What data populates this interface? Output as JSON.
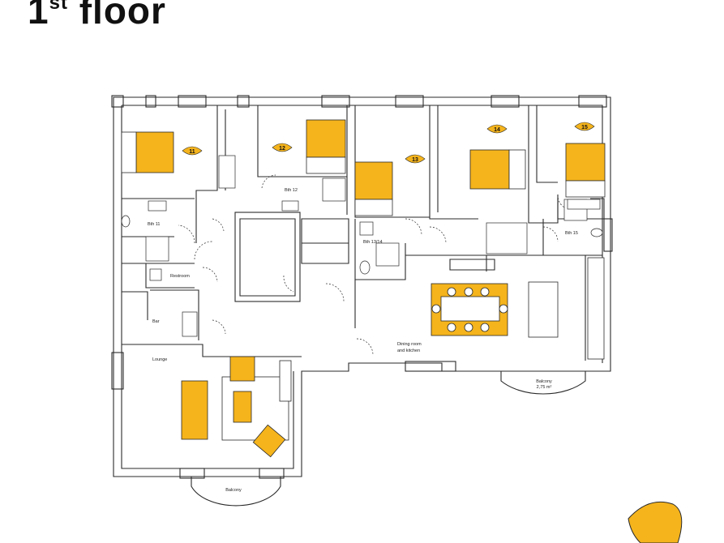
{
  "title": {
    "main": "1",
    "sup": "st",
    "word": "floor"
  },
  "colors": {
    "accent": "#f5b41c",
    "wall": "#2a2a2a",
    "background": "#ffffff"
  },
  "rooms": {
    "r11": "11",
    "r12": "12",
    "r13": "13",
    "r14": "14",
    "r15": "15"
  },
  "labels": {
    "bth11": "Bth 11",
    "bth12": "Bth 12",
    "bth1314": "Bth 13/14",
    "bth15": "Bth 15",
    "restroom": "Restroom",
    "bar": "Bar",
    "lounge": "Lounge",
    "dining1": "Dining room",
    "dining2": "and kitchen",
    "balcony_top": "Balcony",
    "balcony_area": "2,75 m²",
    "balcony_bottom": "Balcony"
  },
  "icons": {
    "logo": "leaf-logo-icon",
    "badge": "room-number-badge-icon"
  }
}
